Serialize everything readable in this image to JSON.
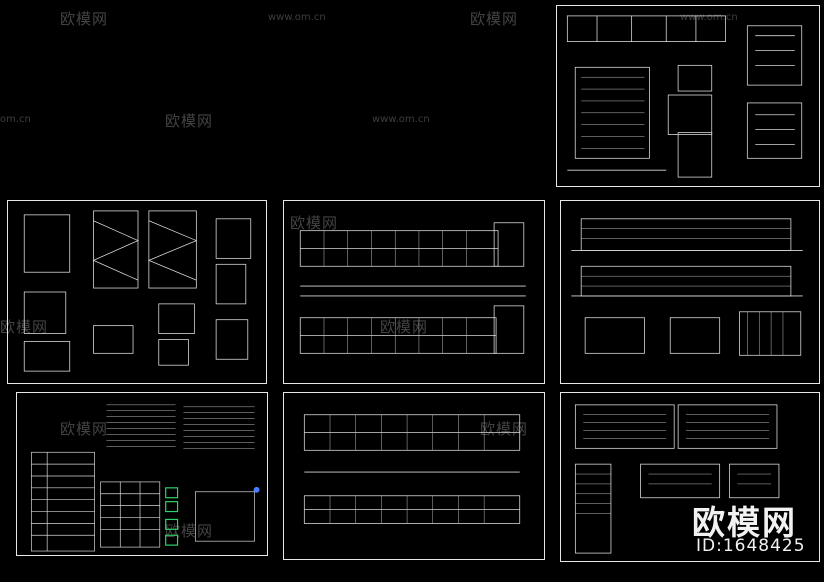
{
  "watermark": {
    "brand_text": "欧模网",
    "url_text": "www.om.cn",
    "url_partial": "om.cn",
    "color": "#7a7a7a"
  },
  "overlay": {
    "brand": "欧模网",
    "id_label": "ID:1648425",
    "color": "#f2f2f2"
  },
  "sheets": [
    {
      "name": "top-right-sheet",
      "content": "floor-plans-and-sections"
    },
    {
      "name": "middle-left-sheet",
      "content": "stair-details"
    },
    {
      "name": "middle-center-sheet",
      "content": "floor-plans"
    },
    {
      "name": "middle-right-sheet",
      "content": "elevations"
    },
    {
      "name": "bottom-left-sheet",
      "content": "design-notes-and-tables"
    },
    {
      "name": "bottom-center-sheet",
      "content": "floor-plans"
    },
    {
      "name": "bottom-right-sheet",
      "content": "classroom-layout-plans"
    }
  ],
  "colors": {
    "background": "#000000",
    "lines": "#e6e6e6",
    "accent_green": "#2fd36b",
    "accent_blue": "#4a7dff"
  }
}
